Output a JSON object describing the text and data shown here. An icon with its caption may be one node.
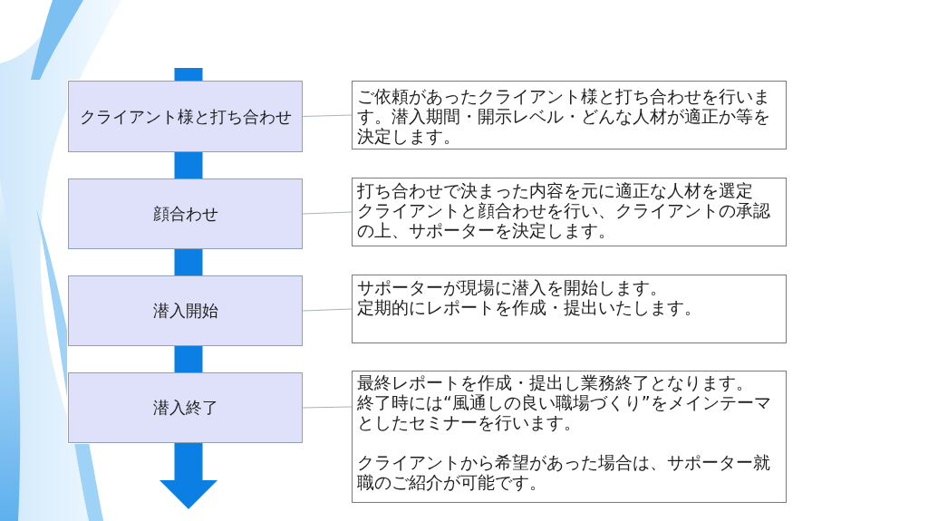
{
  "diagram": {
    "nodes": [
      {
        "text": [
          "クライアント様と打ち合わせ"
        ]
      },
      {
        "text": [
          "顔合わせ"
        ]
      },
      {
        "text": [
          "潜入開始"
        ]
      },
      {
        "text": [
          "潜入終了"
        ]
      },
      {
        "text": [
          "ご依頼があったクライアント様と打ち合わせを行います。潜入期間・開示レベル・どんな人材が適正か等を決定します。"
        ]
      },
      {
        "text": [
          "打ち合わせで決まった内容を元に適正な人材を選定",
          "クライアントと顔合わせを行い、クライアントの承認の上、サポーターを決定します。"
        ]
      },
      {
        "text": [
          "サポーターが現場に潜入を開始します。",
          "定期的にレポートを作成・提出いたします。"
        ]
      },
      {
        "text": [
          "最終レポートを作成・提出し業務終了となります。",
          "終了時には“風通しの良い職場づくり”をメインテーマとしたセミナーを行います。",
          "クライアントから希望があった場合は、サポーター就職のご紹介が可能です。"
        ]
      }
    ],
    "edges": [
      {
        "from": null,
        "to": 0,
        "arrow": "none",
        "style": "thick"
      },
      {
        "from": 0,
        "to": 1,
        "arrow": "none",
        "style": "thick"
      },
      {
        "from": 1,
        "to": 2,
        "arrow": "none",
        "style": "thick"
      },
      {
        "from": 2,
        "to": 3,
        "arrow": "none",
        "style": "thick"
      },
      {
        "from": 3,
        "to": null,
        "arrow": "to",
        "style": "thick"
      },
      {
        "from": 0,
        "to": 4,
        "arrow": "none",
        "color": "#a9b4b9"
      },
      {
        "from": 1,
        "to": 5,
        "arrow": "none",
        "color": "#a9b4b9"
      },
      {
        "from": 2,
        "to": 6,
        "arrow": "none",
        "color": "#a9b4b9"
      },
      {
        "from": 3,
        "to": 7,
        "arrow": "none",
        "color": "#a9b4b9"
      }
    ]
  }
}
